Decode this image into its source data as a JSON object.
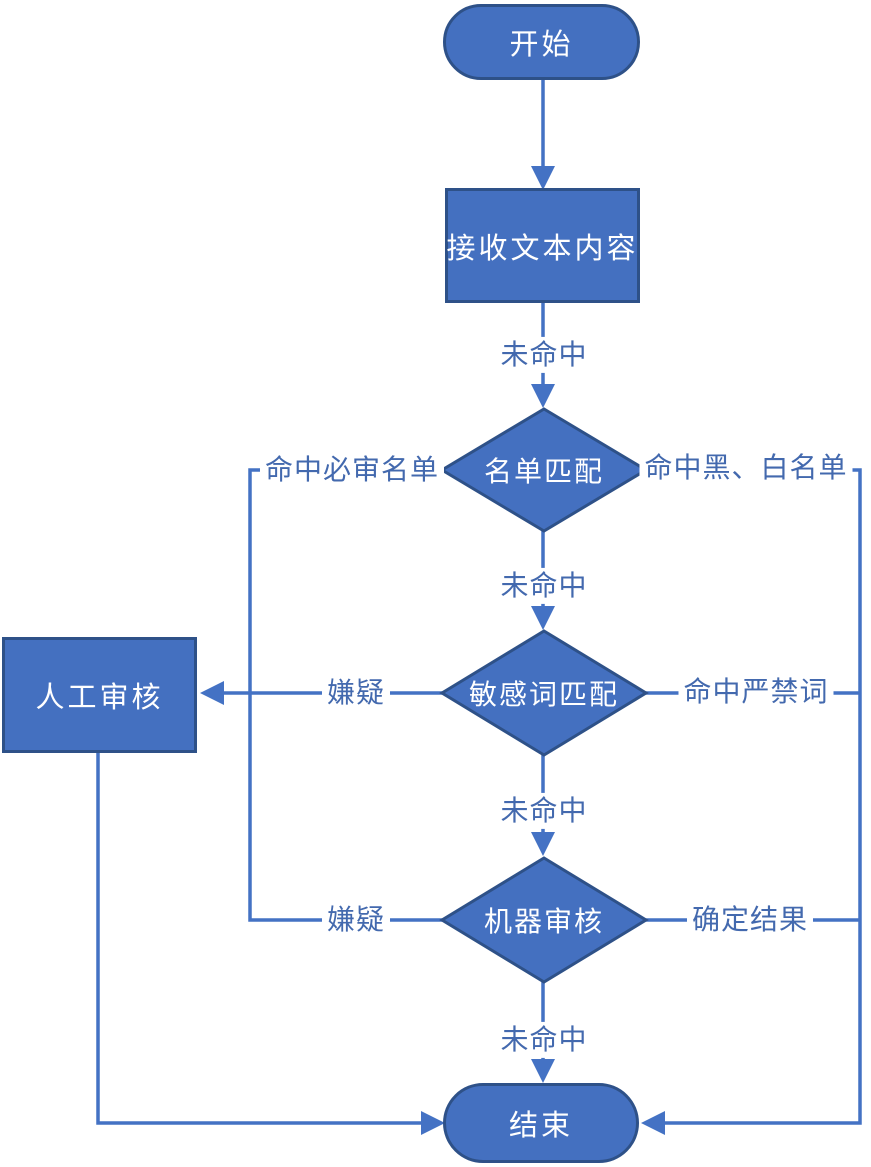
{
  "nodes": {
    "start": {
      "label": "开始",
      "type": "terminator"
    },
    "receive": {
      "label": "接收文本内容",
      "type": "process"
    },
    "list_match": {
      "label": "名单匹配",
      "type": "decision"
    },
    "sensitive_match": {
      "label": "敏感词匹配",
      "type": "decision"
    },
    "machine_review": {
      "label": "机器审核",
      "type": "decision"
    },
    "manual_review": {
      "label": "人工审核",
      "type": "process"
    },
    "end": {
      "label": "结束",
      "type": "terminator"
    }
  },
  "edge_labels": {
    "miss_after_receive": "未命中",
    "hit_must_review_list": "命中必审名单",
    "hit_black_white_list": "命中黑、白名单",
    "miss_after_list_match": "未命中",
    "suspect_from_sensitive": "嫌疑",
    "hit_forbidden_words": "命中严禁词",
    "miss_after_sensitive": "未命中",
    "suspect_from_machine": "嫌疑",
    "confirmed_result": "确定结果",
    "miss_after_machine": "未命中"
  },
  "colors": {
    "shape_fill": "#4470C0",
    "shape_border": "#2E5188",
    "connector": "#4472C4",
    "label_text": "#4369AE",
    "node_text": "#FFFFFF",
    "background": "#FFFFFF"
  }
}
